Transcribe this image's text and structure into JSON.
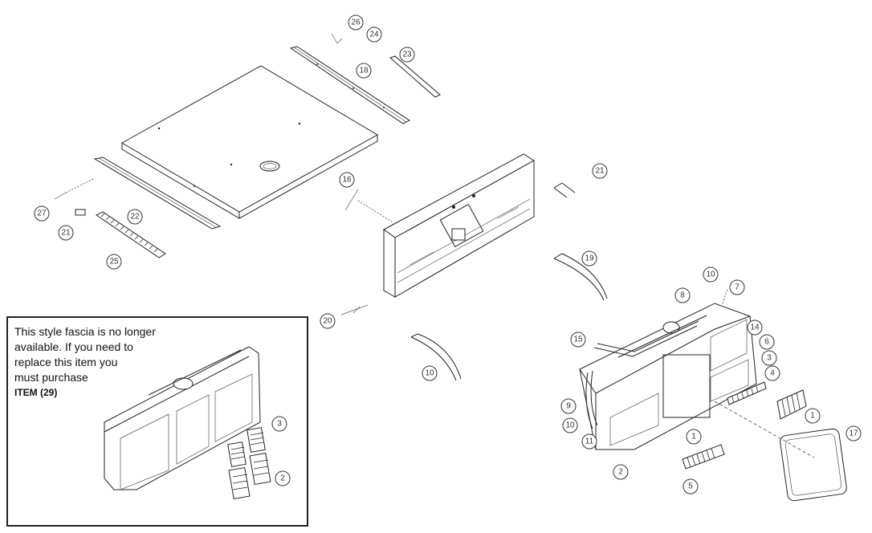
{
  "notice": {
    "lines": [
      "This style fascia is no longer",
      "available. If you need to",
      "replace this item you",
      "must purchase"
    ],
    "item_ref": "ITEM (29)"
  },
  "callouts": [
    "26",
    "24",
    "23",
    "18",
    "27",
    "21",
    "22",
    "25",
    "16",
    "21",
    "19",
    "10",
    "20",
    "8",
    "7",
    "15",
    "14",
    "6",
    "3",
    "4",
    "9",
    "10",
    "11",
    "1",
    "1",
    "2",
    "5",
    "17",
    "3",
    "2"
  ]
}
